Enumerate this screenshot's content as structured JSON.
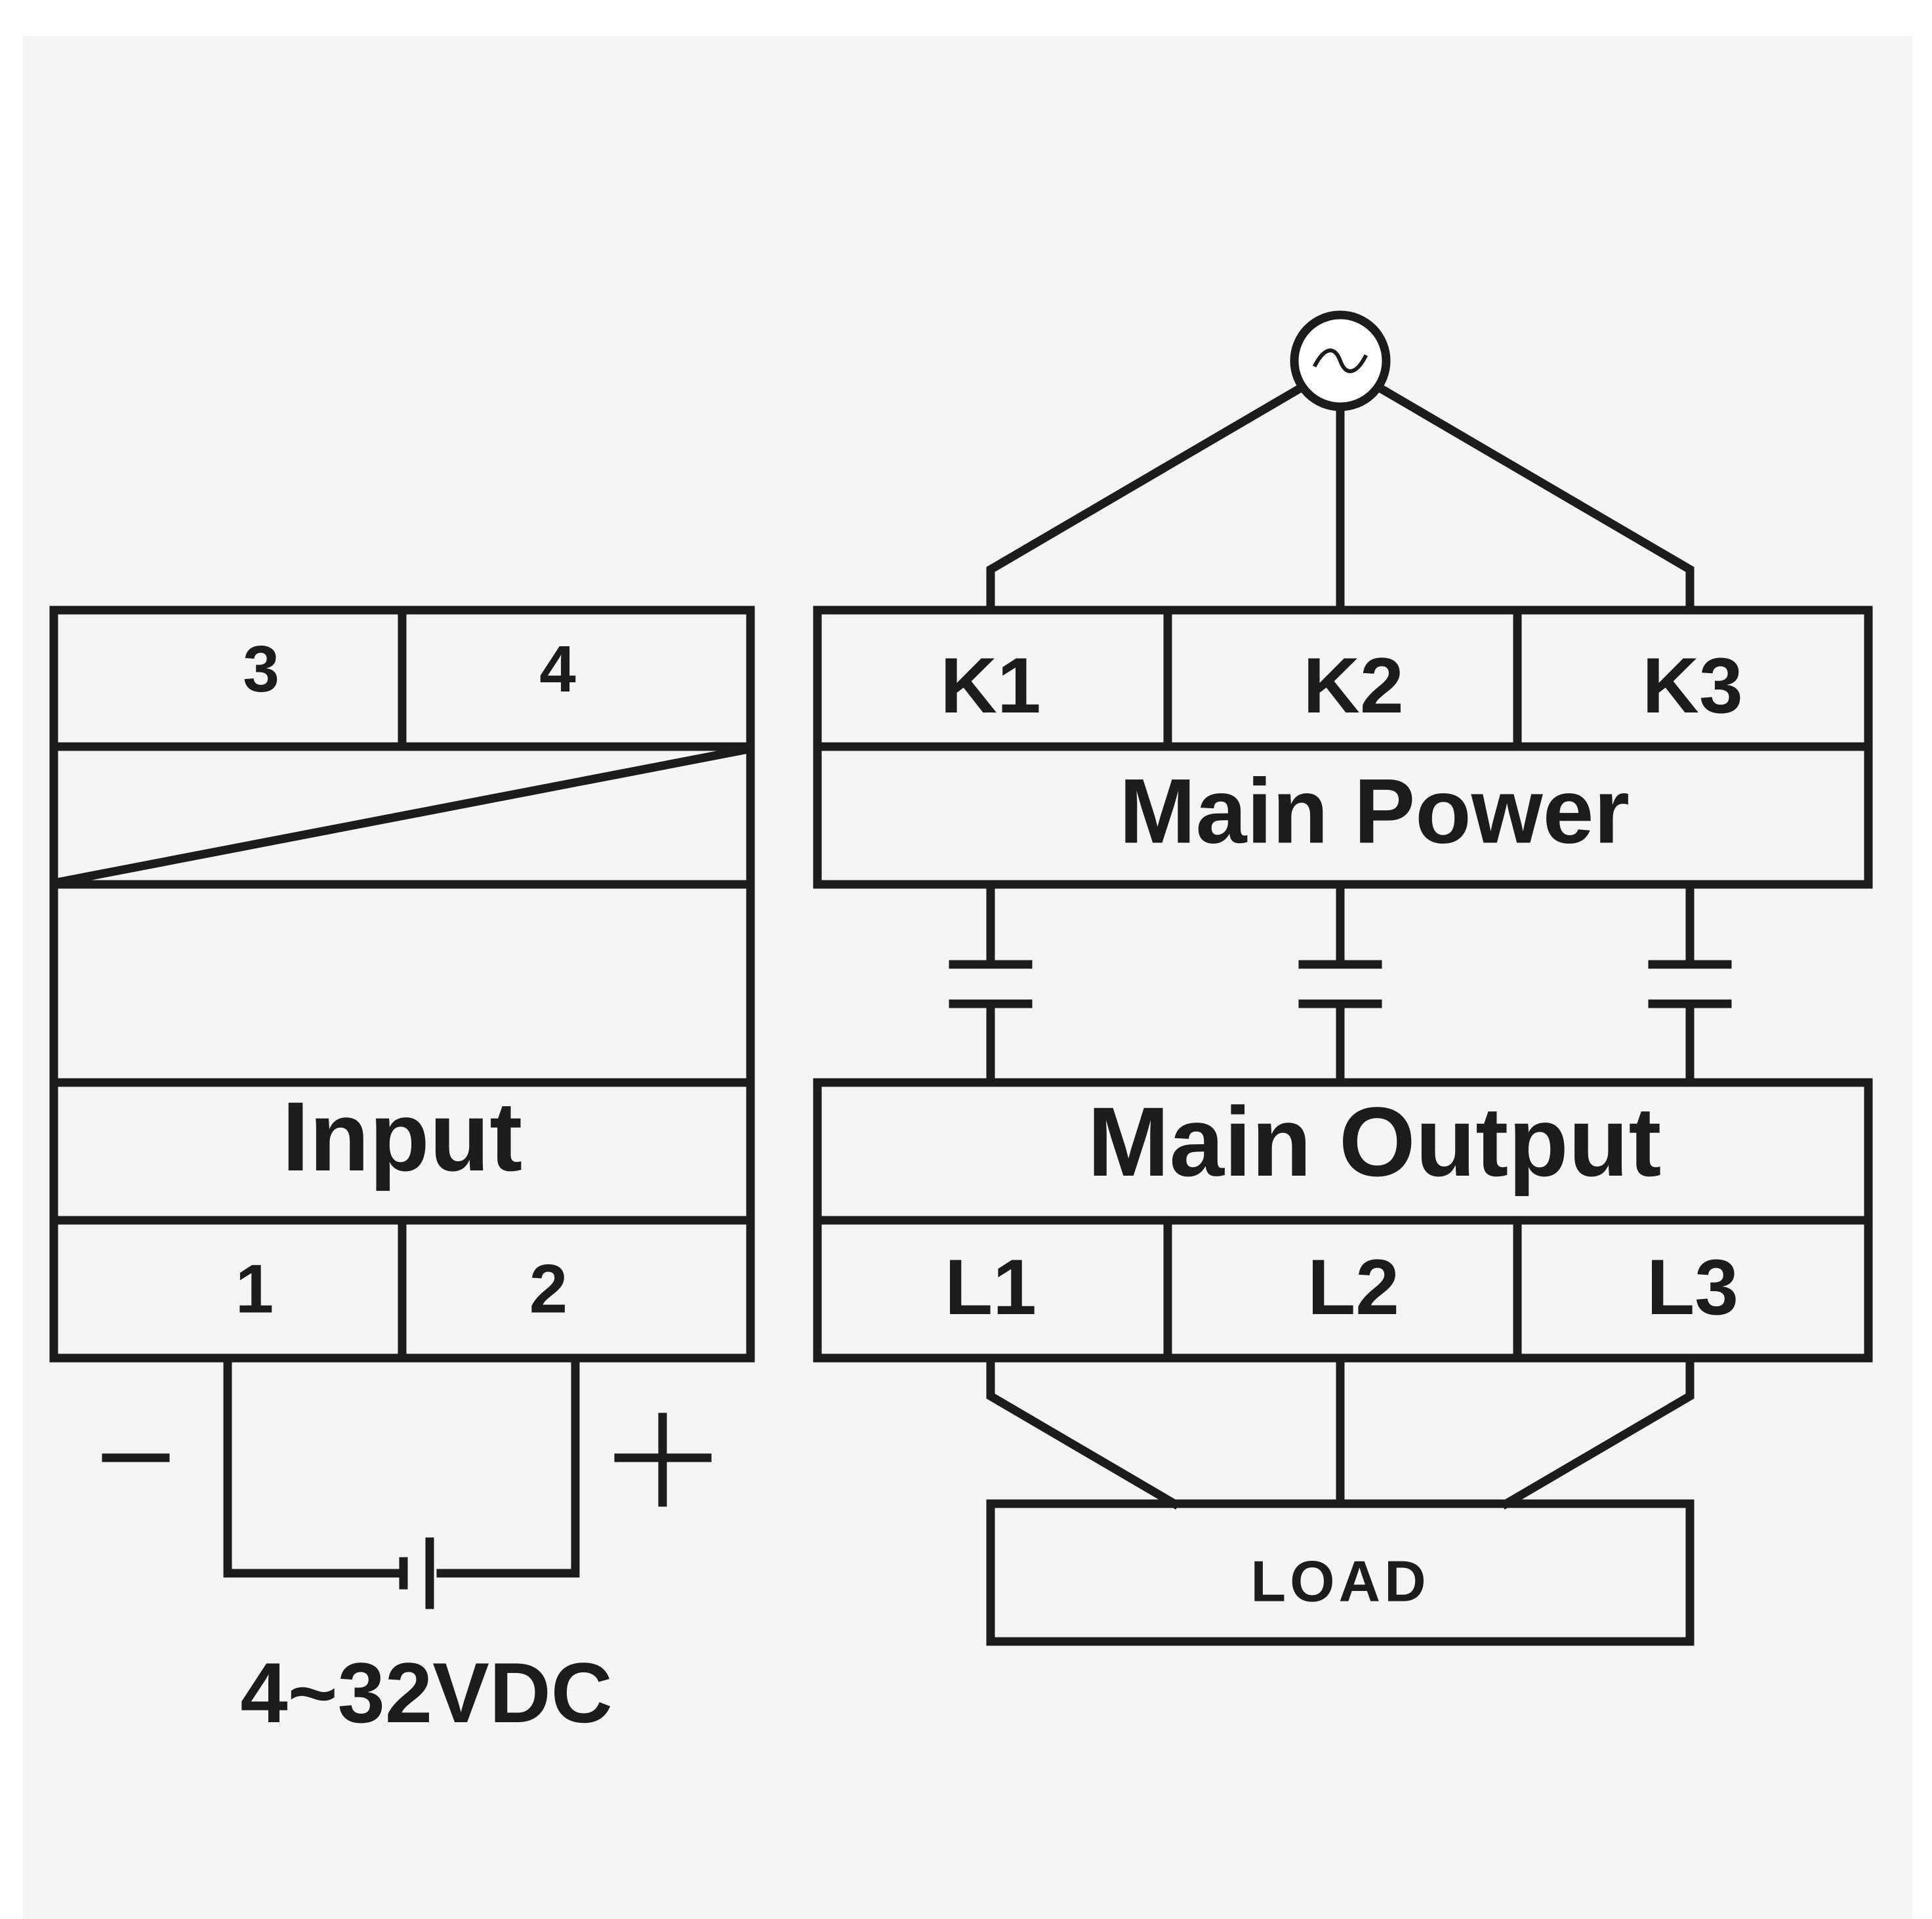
{
  "colors": {
    "background": "#f5f5f5",
    "line": "#1c1c1c",
    "page": "#ffffff"
  },
  "input_module": {
    "top_terminals": [
      "3",
      "4"
    ],
    "title": "Input",
    "bottom_terminals": [
      "1",
      "2"
    ],
    "minus_sign": "−",
    "plus_sign": "+",
    "voltage": "4~32VDC"
  },
  "output_module": {
    "top_terminals": [
      "K1",
      "K2",
      "K3"
    ],
    "power_title": "Main Power",
    "output_title": "Main Output",
    "bottom_terminals": [
      "L1",
      "L2",
      "L3"
    ],
    "load_label": "LOAD"
  },
  "icons": {
    "ac_source": "ac-source-icon",
    "battery": "battery-icon",
    "contact": "contact-icon"
  }
}
